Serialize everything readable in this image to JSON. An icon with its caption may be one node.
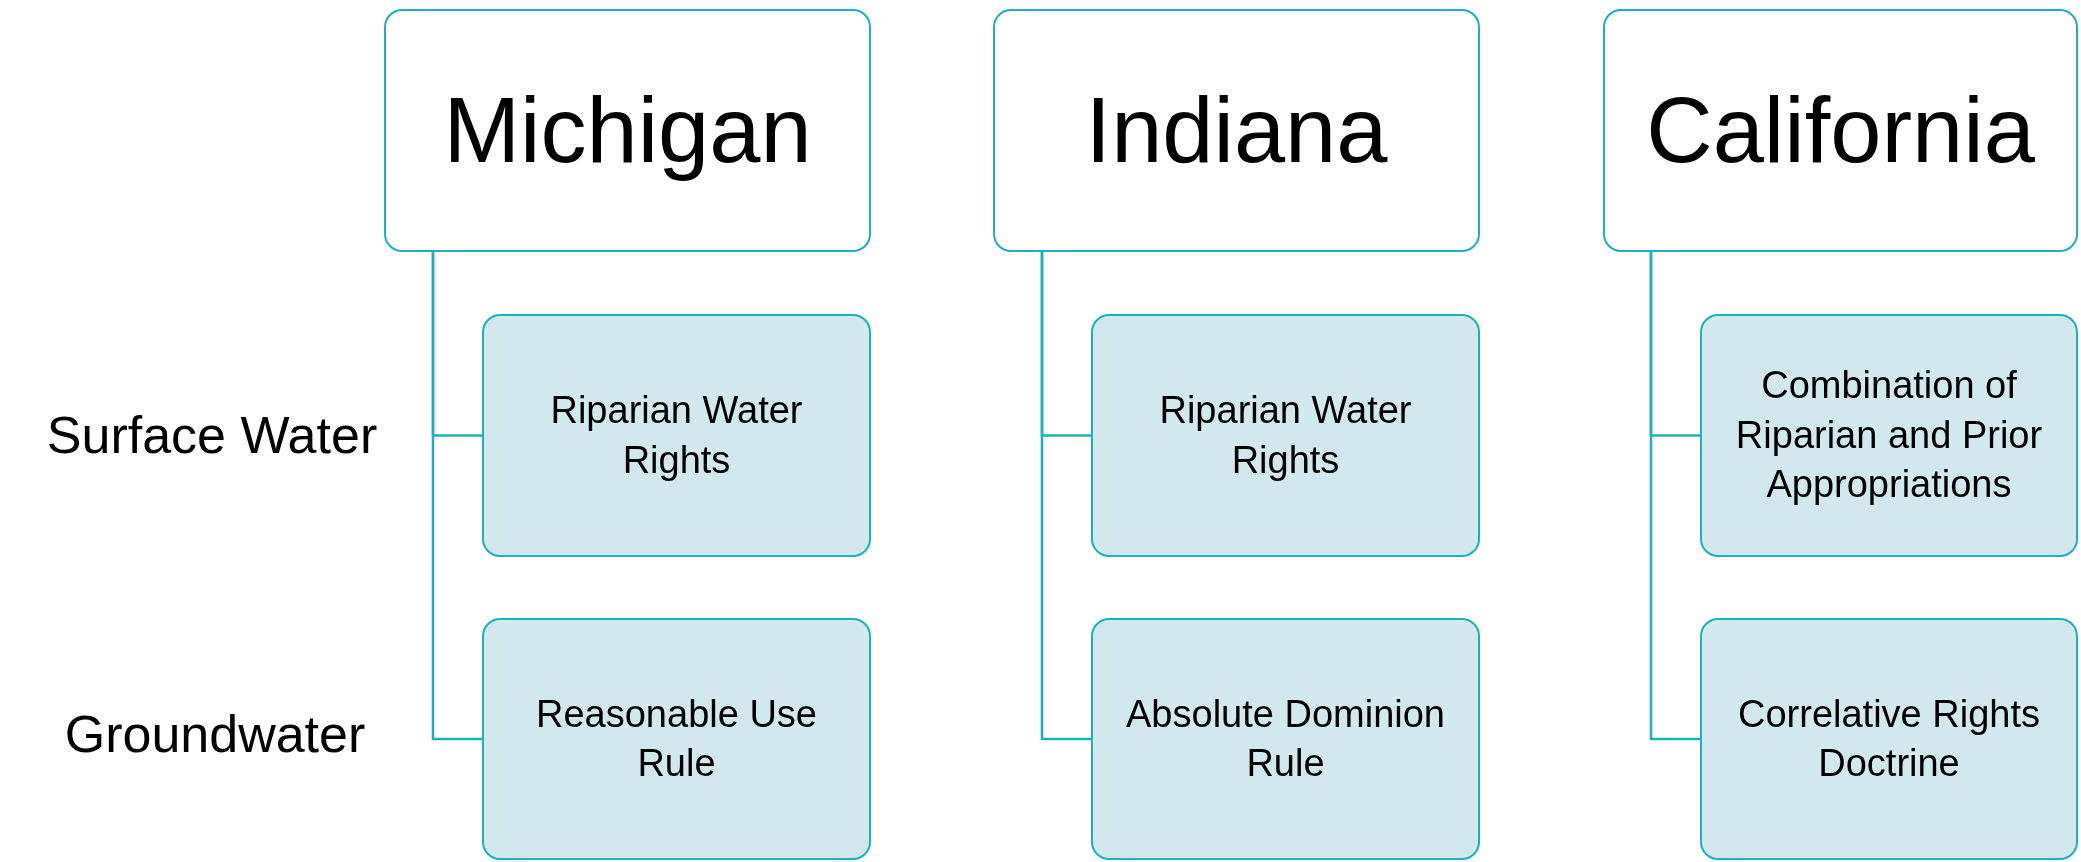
{
  "diagram": {
    "nodes": [
      {
        "text": [
          "Michigan"
        ]
      },
      {
        "text": [
          "Indiana"
        ]
      },
      {
        "text": [
          "California"
        ]
      },
      {
        "text": [
          "Riparian Water Rights"
        ]
      },
      {
        "text": [
          "Riparian Water Rights"
        ]
      },
      {
        "text": [
          "Combination of Riparian and Prior Appropriations"
        ]
      },
      {
        "text": [
          "Reasonable Use Rule"
        ]
      },
      {
        "text": [
          "Absolute Dominion Rule"
        ]
      },
      {
        "text": [
          "Correlative Rights Doctrine"
        ]
      }
    ],
    "edges": [
      {
        "from": 0,
        "to": 3,
        "arrow": "none"
      },
      {
        "from": 0,
        "to": 6,
        "arrow": "none"
      },
      {
        "from": 1,
        "to": 4,
        "arrow": "none"
      },
      {
        "from": 1,
        "to": 7,
        "arrow": "none"
      },
      {
        "from": 2,
        "to": 5,
        "arrow": "none"
      },
      {
        "from": 2,
        "to": 8,
        "arrow": "none"
      }
    ],
    "labels": [
      "Surface Water",
      "Groundwater"
    ]
  }
}
